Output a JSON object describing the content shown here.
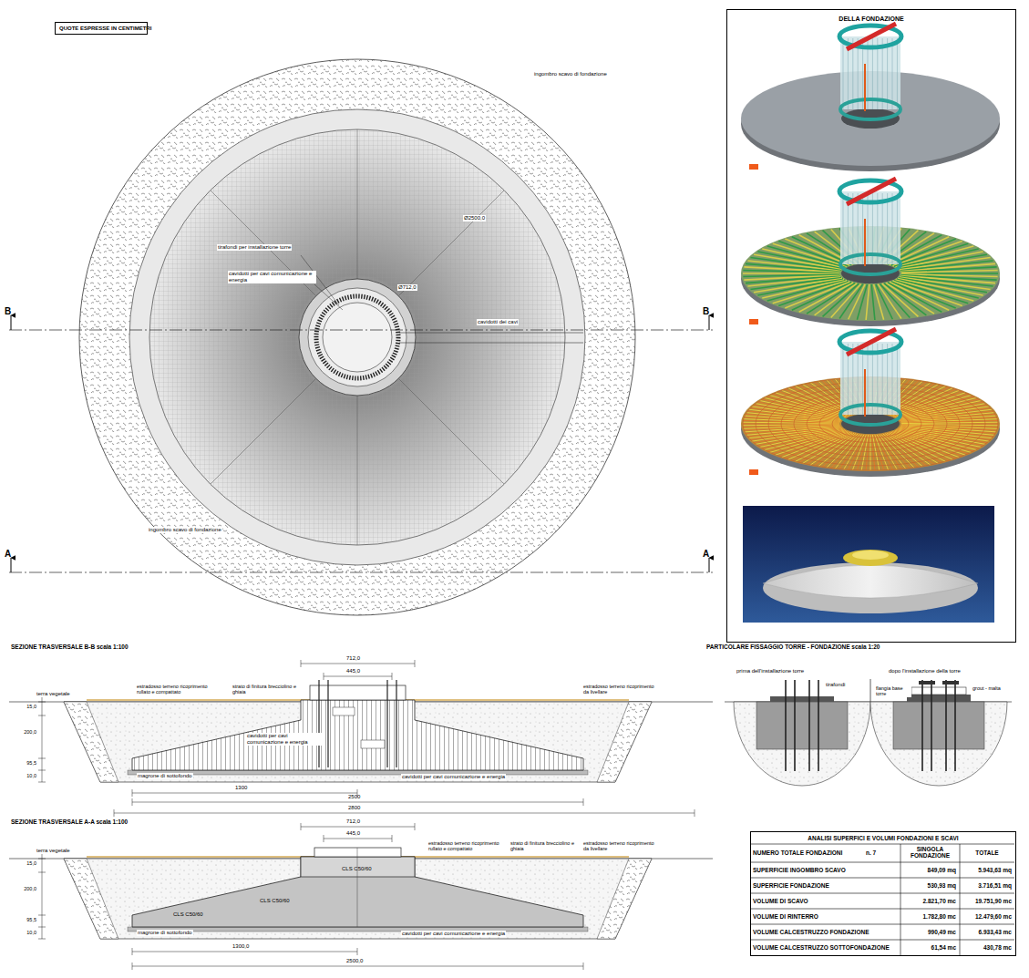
{
  "diagram": {
    "nodes": [
      {
        "text": [
          "QUOTE ESPRESSE IN CENTIMETRI"
        ]
      },
      {
        "text": [
          "DELLA FONDAZIONE"
        ]
      },
      {
        "text": [
          "ANALISI SUPERFICI E VOLUMI FONDAZIONI E SCAVI"
        ]
      }
    ],
    "labels": [
      "B",
      "B",
      "A",
      "A",
      "ingombro scavo di fondazione",
      "ingombro scavo di fondazione",
      "tirafondi per installazione torre",
      "cavidotti per cavi comunicazione e energia",
      "cavidotti dei cavi",
      "Ø2500,0",
      "Ø712,0",
      "SEZIONE TRASVERSALE B-B scala 1:100",
      "terra vegetale",
      "estradosso terreno ricoprimento rullato e compattato",
      "strato di finitura brecciolino e ghiaia",
      "estradosso terreno ricoprimento da livellare",
      "712,0",
      "445,0",
      "cavidotti per cavi comunicazione e energia",
      "magrone di sottofondo",
      "cavidotti per cavi comunicazione e energia",
      "1300",
      "2500",
      "2800",
      "15,0",
      "200,0",
      "95,5",
      "10,0",
      "SEZIONE TRASVERSALE A-A scala 1:100",
      "terra vegetale",
      "estradosso terreno ricoprimento rullato e compattato",
      "strato di finitura brecciolino e ghiaia",
      "estradosso terreno ricoprimento da livellare",
      "712,0",
      "445,0",
      "CLS C50/60",
      "CLS C50/60",
      "CLS C50/60",
      "magrone di sottofondo",
      "cavidotti per cavi comunicazione e energia",
      "1300,0",
      "2500,0",
      "15,0",
      "200,0",
      "95,5",
      "10,0",
      "PARTICOLARE FISSAGGIO TORRE - FONDAZIONE scala 1:20",
      "prima dell'installazione torre",
      "dopo l'installazione della torre",
      "tirafondi",
      "flangia base torre",
      "grout - malta",
      "NUMERO TOTALE FONDAZIONI",
      "n. 7",
      "SINGOLA FONDAZIONE",
      "TOTALE",
      "SUPERFICIE INGOMBRO SCAVO",
      "849,09 mq",
      "5.943,63 mq",
      "SUPERFICIE FONDAZIONE",
      "530,93 mq",
      "3.716,51 mq",
      "VOLUME DI SCAVO",
      "2.821,70 mc",
      "19.751,90 mc",
      "VOLUME DI RINTERRO",
      "1.782,80 mc",
      "12.479,60 mc",
      "VOLUME CALCESTRUZZO FONDAZIONE",
      "990,49 mc",
      "6.933,43 mc",
      "VOLUME CALCESTRUZZO SOTTOFONDAZIONE",
      "61,54 mc",
      "430,78 mc"
    ]
  }
}
